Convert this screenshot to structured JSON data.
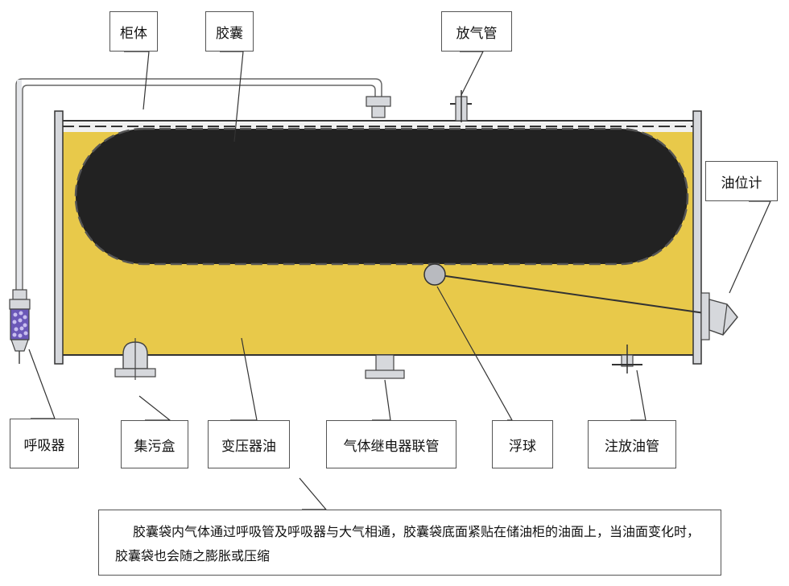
{
  "labels": {
    "cabinet": "柜体",
    "capsule": "胶囊",
    "vent_pipe": "放气管",
    "oil_gauge": "油位计",
    "breather": "呼吸器",
    "sump": "集污盒",
    "transformer_oil": "变压器油",
    "relay_pipe": "气体继电器联管",
    "float_ball": "浮球",
    "fill_drain_pipe": "注放油管"
  },
  "caption": "胶囊袋内气体通过呼吸管及呼吸器与大气相通，胶囊袋底面紧贴在储油柜的油面上，当油面变化时，胶囊袋也会随之膨胀或压缩",
  "colors": {
    "oil": "#e8c94a",
    "capsule": "#222222",
    "steel": "#c8ccd2",
    "outline": "#333333"
  }
}
